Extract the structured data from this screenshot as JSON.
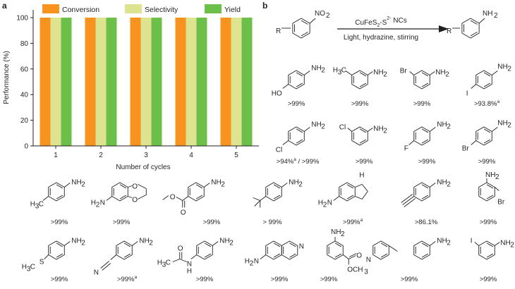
{
  "panels": {
    "a": "a",
    "b": "b"
  },
  "colors": {
    "conversion": "#f7931e",
    "selectivity": "#dde38e",
    "yield": "#6cc04a"
  },
  "chart_data": {
    "type": "bar",
    "categories": [
      "1",
      "2",
      "3",
      "4",
      "5"
    ],
    "series": [
      {
        "name": "Conversion",
        "values": [
          100,
          100,
          100,
          100,
          100
        ]
      },
      {
        "name": "Selectivity",
        "values": [
          100,
          100,
          100,
          100,
          100
        ]
      },
      {
        "name": "Yield",
        "values": [
          100,
          100,
          100,
          100,
          100
        ]
      }
    ],
    "xlabel": "Number of cycles",
    "ylabel": "Performance (%)",
    "ylim": [
      0,
      100
    ],
    "yticks": [
      "0",
      "20",
      "40",
      "60",
      "80",
      "100"
    ],
    "legend": "top",
    "grid": false
  },
  "scheme": {
    "reagent": "CuFeS",
    "sub2": "2",
    "dash": "-S",
    "sup": "2-",
    "nc": " NCs",
    "conditions": "Light, hydrazine, stirring",
    "group_no2": "NO",
    "group_no2_sub": "2",
    "group_nh2": "NH",
    "group_nh2_sub": "2",
    "r": "R"
  },
  "products": [
    {
      "id": "p1",
      "value": ">99%",
      "sup": ""
    },
    {
      "id": "p2",
      "value": ">99%",
      "sup": ""
    },
    {
      "id": "p3",
      "value": ">99%",
      "sup": ""
    },
    {
      "id": "p4",
      "value": ">93.8%",
      "sup": "a"
    },
    {
      "id": "p5",
      "value": ">94%",
      "sup": "a",
      "extra": " / >99%"
    },
    {
      "id": "p6",
      "value": ">99%",
      "sup": ""
    },
    {
      "id": "p7",
      "value": ">99%",
      "sup": ""
    },
    {
      "id": "p8",
      "value": ">99%",
      "sup": ""
    },
    {
      "id": "p9",
      "value": ">99%",
      "sup": ""
    },
    {
      "id": "p10",
      "value": ">99%",
      "sup": ""
    },
    {
      "id": "p11",
      "value": ">99%",
      "sup": ""
    },
    {
      "id": "p12",
      "value": "> 99%",
      "sup": ""
    },
    {
      "id": "p13",
      "value": ">99%",
      "sup": "a"
    },
    {
      "id": "p14",
      "value": ">86.1%",
      "sup": ""
    },
    {
      "id": "p15",
      "value": ">99%",
      "sup": ""
    },
    {
      "id": "p16",
      "value": ">99%",
      "sup": ""
    },
    {
      "id": "p17",
      "value": ">99%",
      "sup": "a"
    },
    {
      "id": "p18",
      "value": ">99%",
      "sup": ""
    },
    {
      "id": "p19",
      "value": ">99%",
      "sup": ""
    },
    {
      "id": "p20",
      "value": ">99%",
      "sup": ""
    },
    {
      "id": "p21",
      "value": ">99%",
      "sup": ""
    },
    {
      "id": "p22",
      "value": ">99%",
      "sup": ""
    }
  ],
  "atoms": {
    "nh2": "NH",
    "two": "2",
    "ho": "HO",
    "h3c": "H",
    "three": "3",
    "c": "C",
    "br": "Br",
    "i": "I",
    "cl": "Cl",
    "f": "F",
    "o": "O",
    "s": "S",
    "n": "N",
    "h": "H",
    "och3": "OCH",
    "h2n": "H",
    "n2": "N"
  }
}
